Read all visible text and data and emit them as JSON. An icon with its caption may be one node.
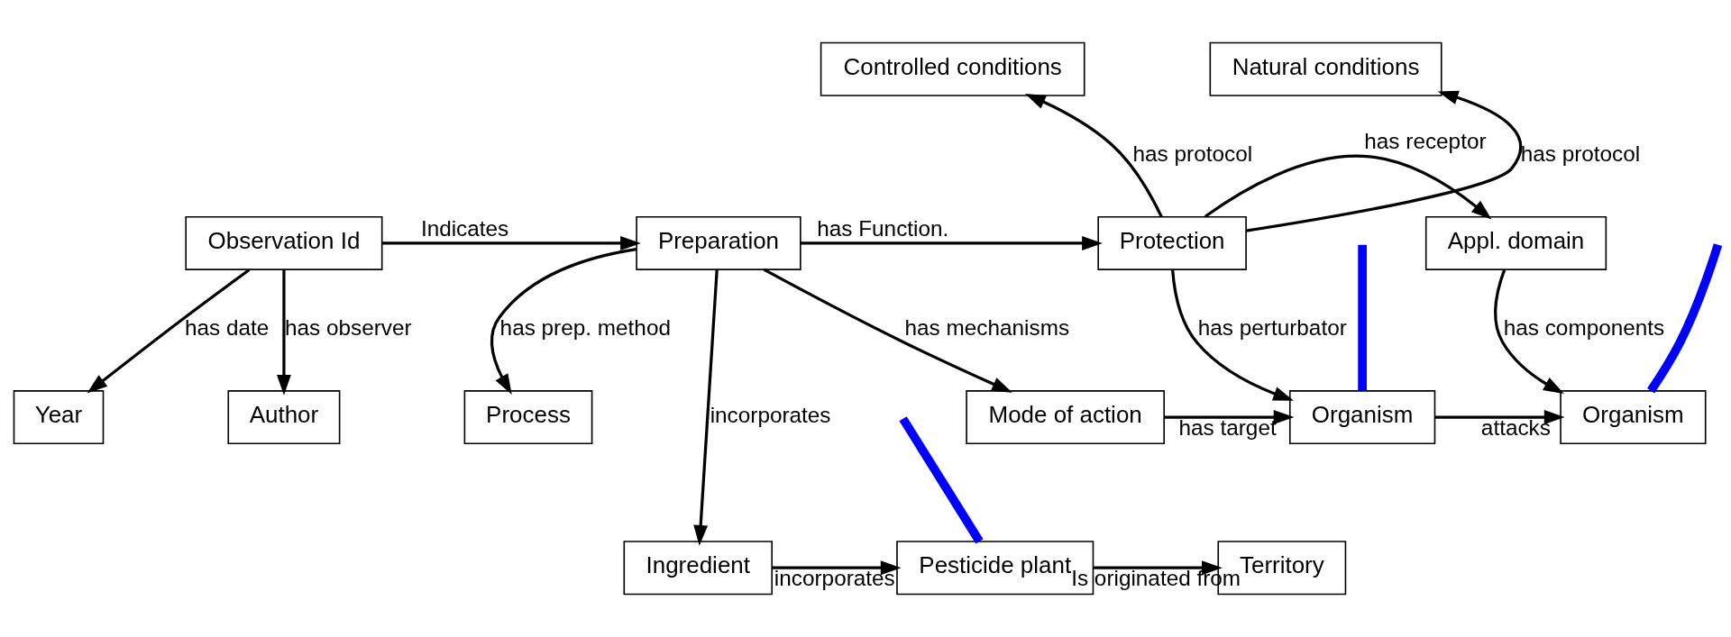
{
  "diagram": {
    "nodes": [
      {
        "text": [
          "Controlled conditions"
        ]
      },
      {
        "text": [
          "Natural conditions"
        ]
      },
      {
        "text": [
          "Observation Id"
        ]
      },
      {
        "text": [
          "Preparation"
        ]
      },
      {
        "text": [
          "Protection"
        ]
      },
      {
        "text": [
          "Appl. domain"
        ]
      },
      {
        "text": [
          "Year"
        ]
      },
      {
        "text": [
          "Author"
        ]
      },
      {
        "text": [
          "Process"
        ]
      },
      {
        "text": [
          "Mode of action"
        ]
      },
      {
        "text": [
          "Organism"
        ]
      },
      {
        "text": [
          "Organism"
        ]
      },
      {
        "text": [
          "Ingredient"
        ]
      },
      {
        "text": [
          "Pesticide plant"
        ]
      },
      {
        "text": [
          "Territory"
        ]
      }
    ],
    "edges": [
      {
        "from": 2,
        "to": 3,
        "arrow": "to",
        "label": "Indicates"
      },
      {
        "from": 3,
        "to": 4,
        "arrow": "to",
        "label": "has Function."
      },
      {
        "from": 4,
        "to": 5,
        "arrow": "to",
        "label": "has receptor"
      },
      {
        "from": 4,
        "to": 0,
        "arrow": "to",
        "label": "has protocol"
      },
      {
        "from": 4,
        "to": 1,
        "arrow": "to",
        "label": "has protocol"
      },
      {
        "from": 2,
        "to": 6,
        "arrow": "to",
        "label": "has date"
      },
      {
        "from": 2,
        "to": 7,
        "arrow": "to",
        "label": "has observer"
      },
      {
        "from": 3,
        "to": 8,
        "arrow": "to",
        "label": "has prep. method"
      },
      {
        "from": 3,
        "to": 9,
        "arrow": "to",
        "label": "has mechanisms"
      },
      {
        "from": 3,
        "to": 12,
        "arrow": "to",
        "label": "incorporates"
      },
      {
        "from": 4,
        "to": 10,
        "arrow": "to",
        "label": "has perturbator"
      },
      {
        "from": 5,
        "to": 11,
        "arrow": "to",
        "label": "has components"
      },
      {
        "from": 9,
        "to": 10,
        "arrow": "to",
        "label": "has target"
      },
      {
        "from": 10,
        "to": 11,
        "arrow": "to",
        "label": "attacks"
      },
      {
        "from": 12,
        "to": 13,
        "arrow": "to",
        "label": "incorporates"
      },
      {
        "from": 13,
        "to": 14,
        "arrow": "to",
        "label": "Is originated from"
      },
      {
        "from": null,
        "to": 13,
        "arrow": "none",
        "style": "thick",
        "color": "#0000ff"
      },
      {
        "from": null,
        "to": 10,
        "arrow": "none",
        "style": "thick",
        "color": "#0000ff"
      },
      {
        "from": null,
        "to": 11,
        "arrow": "none",
        "style": "thick",
        "color": "#0000ff"
      }
    ]
  }
}
